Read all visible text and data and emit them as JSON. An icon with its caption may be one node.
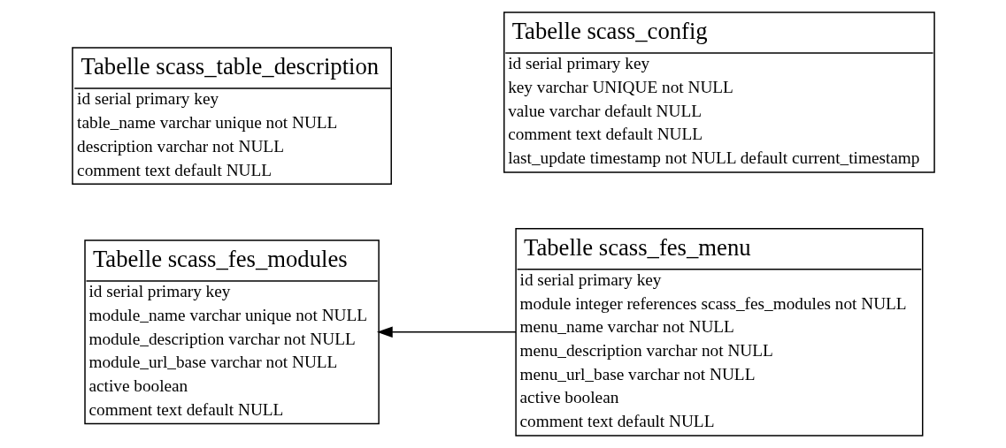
{
  "diagram": {
    "nodes": [
      {
        "text": [
          "Tabelle scass_fes_modules",
          "id serial primary key",
          "module_name varchar unique not NULL",
          "module_description varchar not NULL",
          "module_url_base varchar not NULL",
          "active boolean",
          "comment text default NULL"
        ]
      },
      {
        "text": [
          "Tabelle scass_fes_menu",
          "id serial primary key",
          "module integer references scass_fes_modules not NULL",
          "menu_name varchar not NULL",
          "menu_description varchar not NULL",
          "menu_url_base varchar not NULL",
          "active boolean",
          "comment text default NULL"
        ]
      },
      {
        "text": [
          "Tabelle scass_table_description",
          "id serial primary key",
          "table_name varchar unique not NULL",
          "description varchar not NULL",
          "comment text default NULL"
        ]
      },
      {
        "text": [
          "Tabelle scass_config",
          "id serial primary key",
          "key varchar UNIQUE not NULL",
          "value varchar default NULL",
          "comment text default NULL",
          "last_update timestamp not NULL default current_timestamp"
        ]
      }
    ],
    "edges": [
      {
        "from": 1,
        "to": 0,
        "arrow": "to"
      }
    ]
  }
}
